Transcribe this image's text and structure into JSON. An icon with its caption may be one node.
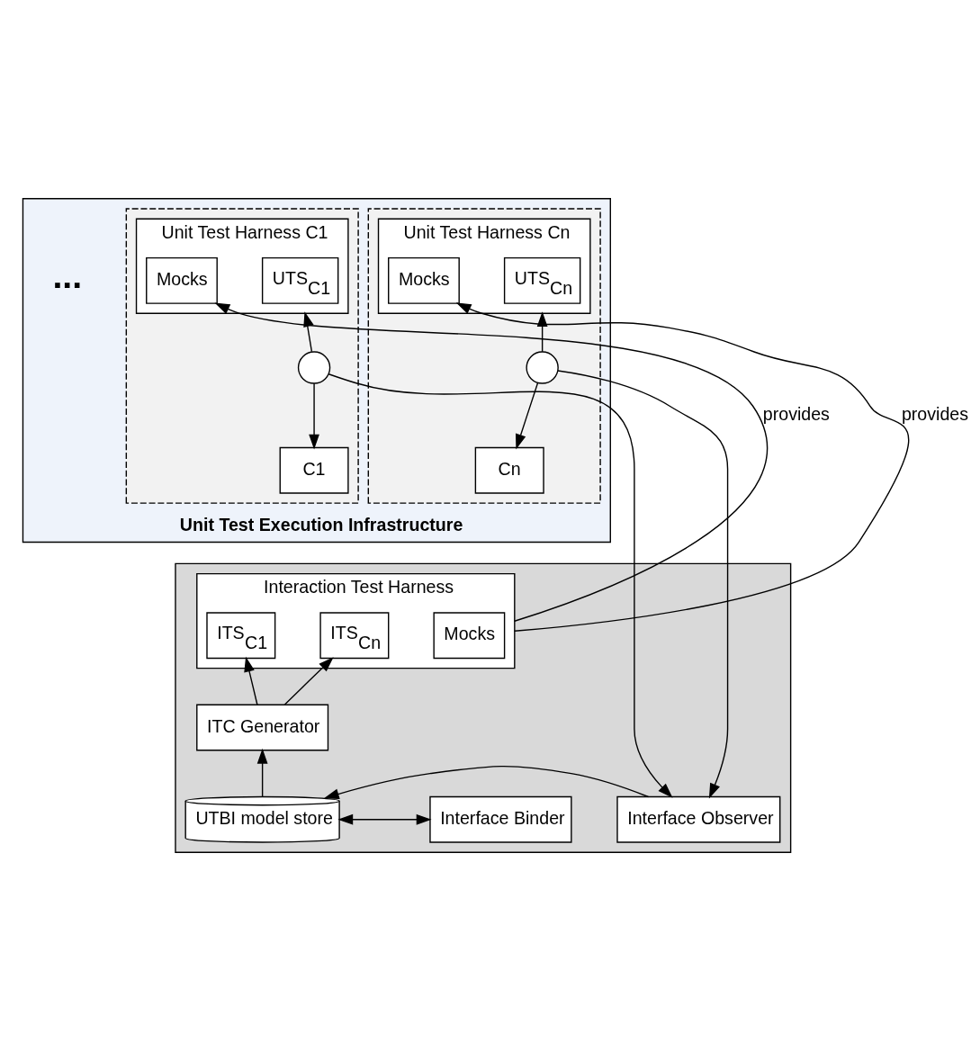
{
  "diagram": {
    "nodes": [
      {
        "text": [
          "Unit Test Execution Infrastructure"
        ]
      },
      {
        "text": [],
        "shape": "box",
        "in": 0
      },
      {
        "text": [
          "Unit Test Harness C1"
        ],
        "in": 1
      },
      {
        "text": [
          "UTS$_{C1}$"
        ],
        "in": 2
      },
      {
        "text": [
          "Mocks"
        ],
        "in": 2
      },
      {
        "text": [],
        "shape": "circle",
        "in": 1
      },
      {
        "text": [
          "C1"
        ],
        "in": 1
      },
      {
        "text": [],
        "shape": "box",
        "in": 0
      },
      {
        "text": [
          "Unit Test Harness Cn"
        ],
        "in": 7
      },
      {
        "text": [
          "UTS$_{Cn}$"
        ],
        "in": 8
      },
      {
        "text": [
          "Mocks"
        ],
        "in": 8
      },
      {
        "text": [],
        "shape": "circle",
        "in": 7
      },
      {
        "text": [
          "Cn"
        ],
        "in": 7
      },
      {
        "text": [],
        "shape": "box"
      },
      {
        "text": [
          "Interaction Test Harness"
        ],
        "in": 13
      },
      {
        "text": [
          "Mocks"
        ],
        "in": 14
      },
      {
        "text": [
          "ITS$_{C1}$"
        ],
        "in": 14
      },
      {
        "text": [
          "ITS$_{Cn}$"
        ],
        "in": 14
      },
      {
        "text": [
          "ITC Generator"
        ],
        "in": 13
      },
      {
        "text": [
          "UTBI model store"
        ],
        "in": 13
      },
      {
        "text": [
          "Interface Binder"
        ],
        "in": 13
      },
      {
        "text": [
          "Interface Observer"
        ],
        "in": 13
      }
    ],
    "edges": [
      {
        "from": 5,
        "to": 2,
        "arrow": "to"
      },
      {
        "from": 5,
        "to": 6,
        "arrow": "to"
      },
      {
        "from": 11,
        "to": 8,
        "arrow": "to"
      },
      {
        "from": 11,
        "to": 12,
        "arrow": "to"
      },
      {
        "from": 5,
        "to": 21,
        "arrow": "to"
      },
      {
        "from": 11,
        "to": 21,
        "arrow": "to"
      },
      {
        "from": 14,
        "to": 4,
        "arrow": "to",
        "label": "provides"
      },
      {
        "from": 14,
        "to": 10,
        "arrow": "to",
        "label": "provides"
      },
      {
        "from": 18,
        "to": 16,
        "arrow": "to"
      },
      {
        "from": 18,
        "to": 17,
        "arrow": "to"
      },
      {
        "from": 19,
        "to": 18,
        "arrow": "to"
      },
      {
        "from": 20,
        "to": 19,
        "arrow": "both"
      },
      {
        "from": 21,
        "to": 19,
        "arrow": "to"
      }
    ],
    "labels": [
      "..."
    ]
  }
}
